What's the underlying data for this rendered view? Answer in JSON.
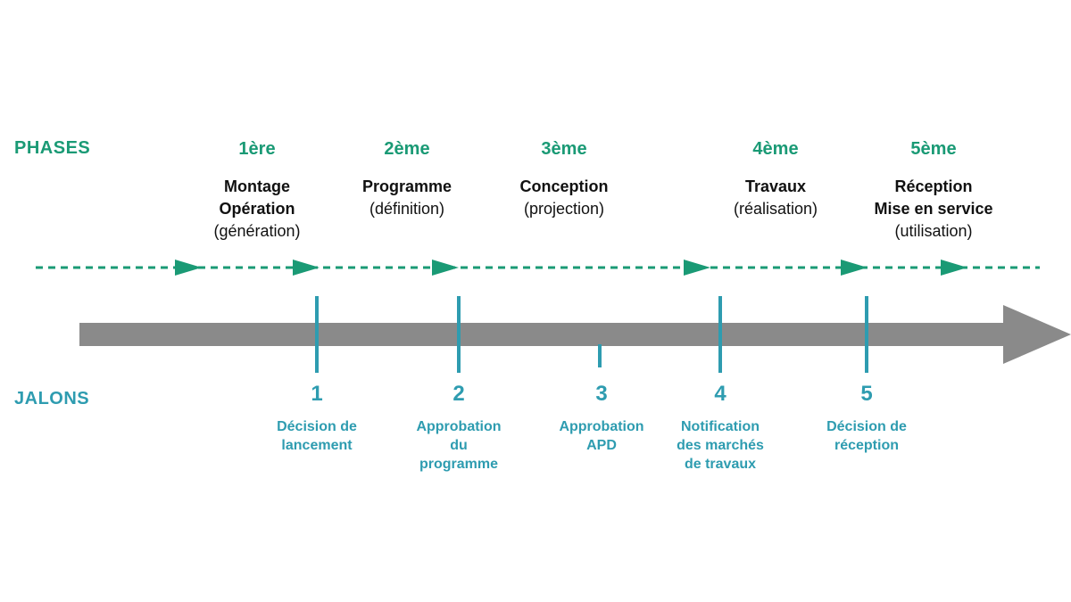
{
  "labels": {
    "phases": "PHASES",
    "jalons": "JALONS"
  },
  "colors": {
    "phase_green": "#1a9a75",
    "jalon_blue": "#2e9cb0",
    "main_arrow": "#8a8a8a"
  },
  "phases": [
    {
      "num": "1ère",
      "name_lines": [
        "Montage",
        "Opération"
      ],
      "sub": "(génération)"
    },
    {
      "num": "2ème",
      "name_lines": [
        "Programme"
      ],
      "sub": "(définition)"
    },
    {
      "num": "3ème",
      "name_lines": [
        "Conception"
      ],
      "sub": "(projection)"
    },
    {
      "num": "4ème",
      "name_lines": [
        "Travaux"
      ],
      "sub": "(réalisation)"
    },
    {
      "num": "5ème",
      "name_lines": [
        "Réception",
        "Mise en service"
      ],
      "sub": "(utilisation)"
    }
  ],
  "jalons": [
    {
      "num": "1",
      "lines": [
        "Décision de",
        "lancement"
      ]
    },
    {
      "num": "2",
      "lines": [
        "Approbation",
        "du",
        "programme"
      ]
    },
    {
      "num": "3",
      "lines": [
        "Approbation",
        "APD"
      ]
    },
    {
      "num": "4",
      "lines": [
        "Notification",
        "des marchés",
        "de travaux"
      ]
    },
    {
      "num": "5",
      "lines": [
        "Décision de",
        "réception"
      ]
    }
  ]
}
